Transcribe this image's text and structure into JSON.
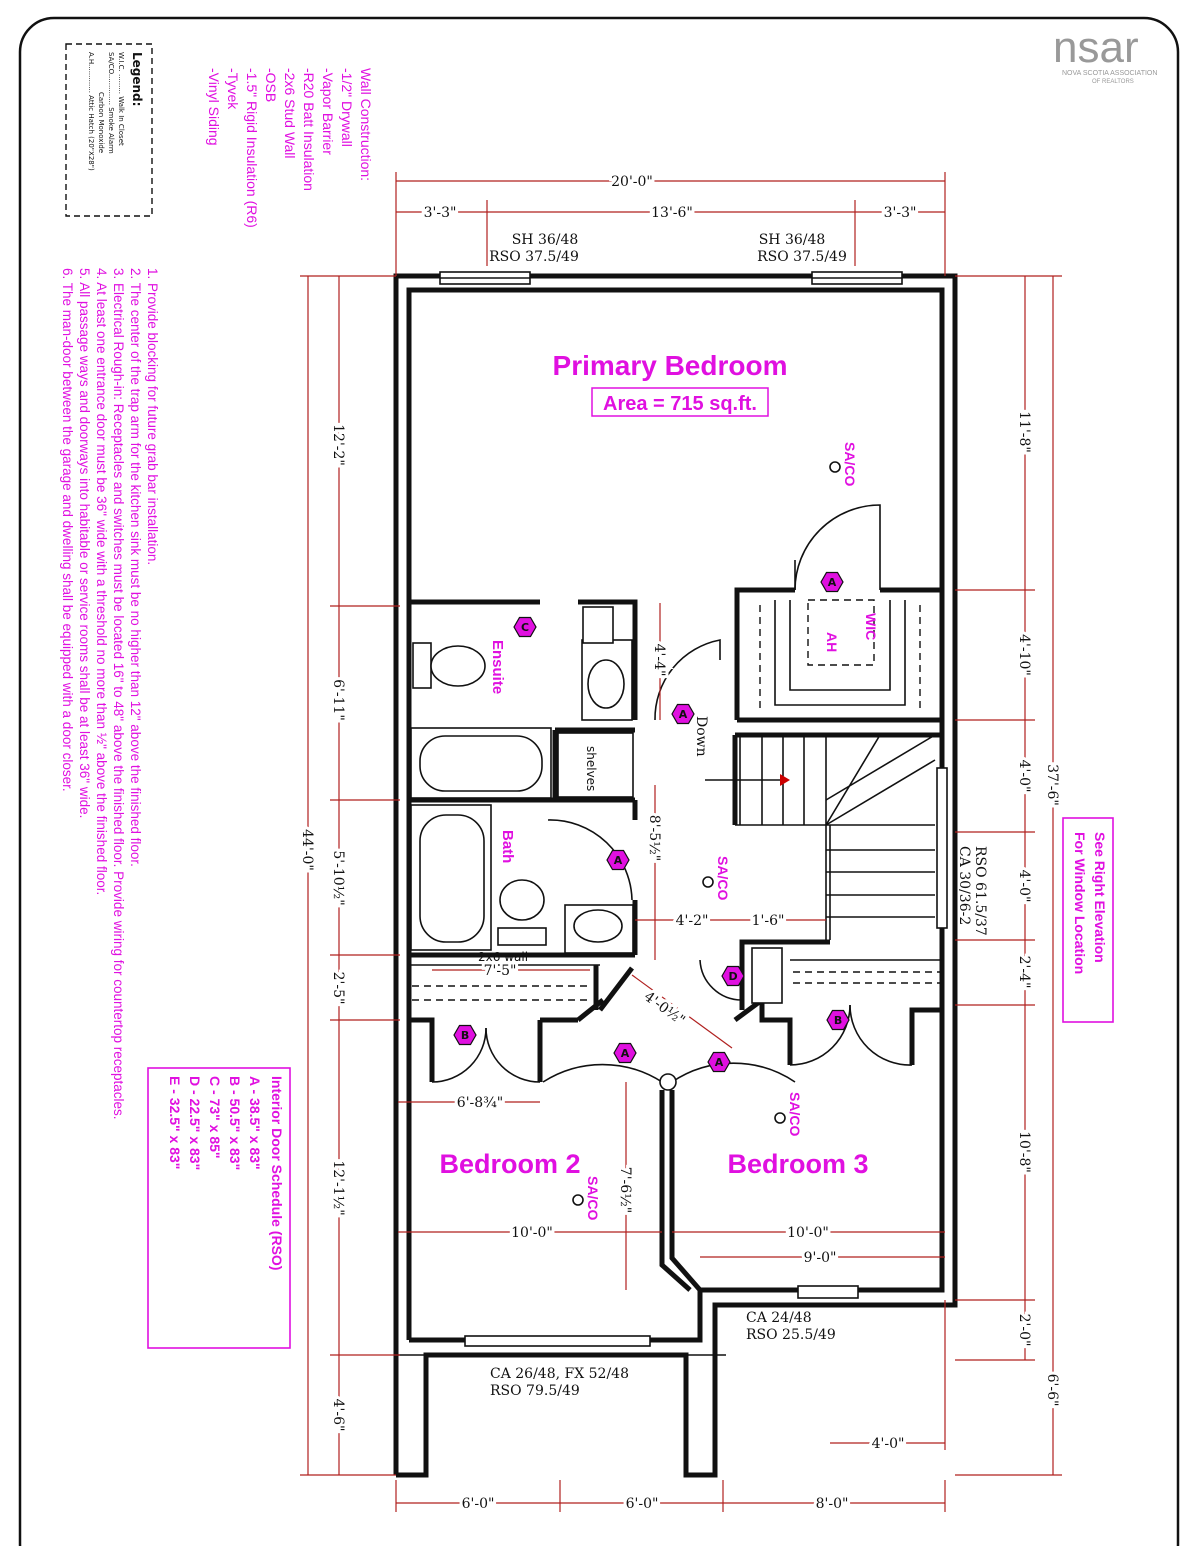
{
  "logo": {
    "mark": "nsar",
    "name": "NOVA SCOTIA ASSOCIATION",
    "sub": "OF REALTORS"
  },
  "legend": {
    "title": "Legend:",
    "items": [
      "W.I.C. ......... Walk In Closet",
      "SA/CO.............. Smoke Alarm",
      "Carbon Monoxide",
      "A.H............. Attic Hatch (20\"X28\")"
    ]
  },
  "wall_construction": {
    "title": "Wall Construction:",
    "items": [
      "-1/2\" Drywall",
      "-Vapor Barrier",
      "-R20 Batt Insulation",
      "-2x6 Stud Wall",
      "-OSB",
      "-1.5\" Rigid Insulation (R6)",
      "-Tyvek",
      "-Vinyl Siding"
    ]
  },
  "notes": [
    "1.   Provide blocking for future grab bar installation.",
    "2.   The center of the trap arm for the kitchen sink must be no higher than 12\" above the finished floor.",
    "3.   Electrical Rough-in: Receptacles and switches must be located 16\" to 48\" above the finished floor. Provide wiring for countertop receptacles.",
    "4.   At least one entrance door must be 36\" wide with a threshold no more than ½\" above the finished floor.",
    "5.   All passage ways and doorways into habitable or service rooms shall be at least 36\" wide.",
    "6.   The man-door between the garage and dwelling shall be equipped with a door closer."
  ],
  "door_schedule": {
    "title": "Interior Door Schedule (RSO)",
    "items": [
      "A - 38.5\" x 83\"",
      "B - 50.5\" x 83\"",
      "C - 73\" x 85\"",
      "D - 22.5\" x 83\"",
      "E - 32.5\" x 83\""
    ]
  },
  "see_right": {
    "line1": "See Right Elevation",
    "line2": "For Window Location"
  },
  "rooms": {
    "primary": "Primary Bedroom",
    "primary_area": "Area = 715 sq.ft.",
    "ensuite": "Ensuite",
    "bath": "Bath",
    "wic": "WIC",
    "ah": "AH",
    "bedroom2": "Bedroom 2",
    "bedroom3": "Bedroom 3",
    "down": "Down",
    "shelves": "shelves",
    "wall2x6": "2x6 wall",
    "saco": "SA/CO"
  },
  "windows": {
    "w1a": "SH 36/48",
    "w1b": "RSO 37.5/49",
    "w2a": "SH 36/48",
    "w2b": "RSO 37.5/49",
    "w3a": "CA 30/36-2",
    "w3b": "RSO 61.5/37",
    "w4a": "CA 24/48",
    "w4b": "RSO 25.5/49",
    "w5a": "CA 26/48, FX 52/48",
    "w5b": "RSO 79.5/49"
  },
  "dims": {
    "top_total": "20'-0\"",
    "top_l": "3'-3\"",
    "top_m": "13'-6\"",
    "top_r": "3'-3\"",
    "bot_1": "6'-0\"",
    "bot_2": "6'-0\"",
    "bot_3": "8'-0\"",
    "left_total": "44'-0\"",
    "l1": "12'-2\"",
    "l2": "6'-11\"",
    "l3": "5'-10½\"",
    "l4": "2'-5\"",
    "l5": "12'-1½\"",
    "l6": "4'-6\"",
    "right_total": "37'-6\"",
    "r1": "11'-8\"",
    "r2": "4'-10\"",
    "r3": "4'-0\"",
    "r4": "4'-0\"",
    "r5": "2'-4\"",
    "r6": "10'-8\"",
    "r7": "2'-0\"",
    "r8": "6'-6\"",
    "i_44": "4'-4\"",
    "i_85": "8'-5½\"",
    "i_42": "4'-2\"",
    "i_16": "1'-6\"",
    "i_75": "7'-5\"",
    "i_405": "4'-0½\"",
    "i_68": "6'-8¾\"",
    "i_76": "7'-6½\"",
    "i_100a": "10'-0\"",
    "i_100b": "10'-0\"",
    "i_90": "9'-0\"",
    "i_40": "4'-0\""
  },
  "doors": {
    "a": "A",
    "b": "B",
    "c": "C",
    "d": "D"
  },
  "colors": {
    "accent": "#e010e0",
    "dimension": "#b0201f",
    "wall": "#111111"
  }
}
